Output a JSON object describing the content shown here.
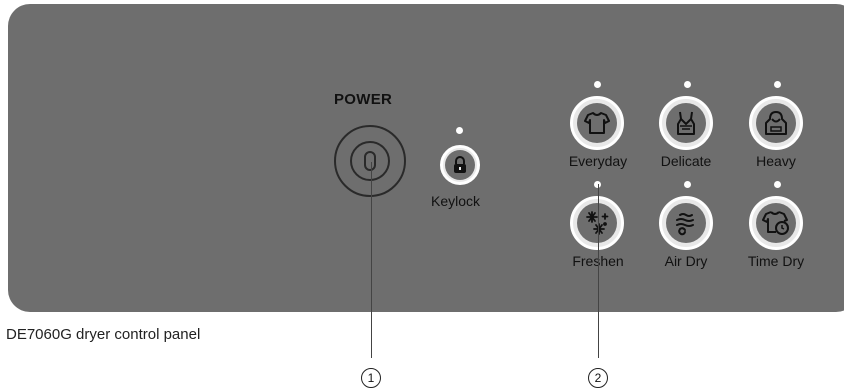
{
  "panel": {
    "power_label": "POWER",
    "keylock_label": "Keylock",
    "cycles": [
      {
        "label": "Everyday",
        "icon": "tshirt-icon"
      },
      {
        "label": "Delicate",
        "icon": "camisole-icon"
      },
      {
        "label": "Heavy",
        "icon": "hoodie-icon"
      },
      {
        "label": "Freshen",
        "icon": "sparkle-icon"
      },
      {
        "label": "Air Dry",
        "icon": "air-wave-icon"
      },
      {
        "label": "Time Dry",
        "icon": "tshirt-clock-icon"
      }
    ]
  },
  "caption": "DE7060G dryer control panel",
  "callouts": [
    "1",
    "2"
  ],
  "colors": {
    "panel": "#6e6e6e",
    "button_ring": "#ffffff",
    "indicator": "#ffffff"
  }
}
